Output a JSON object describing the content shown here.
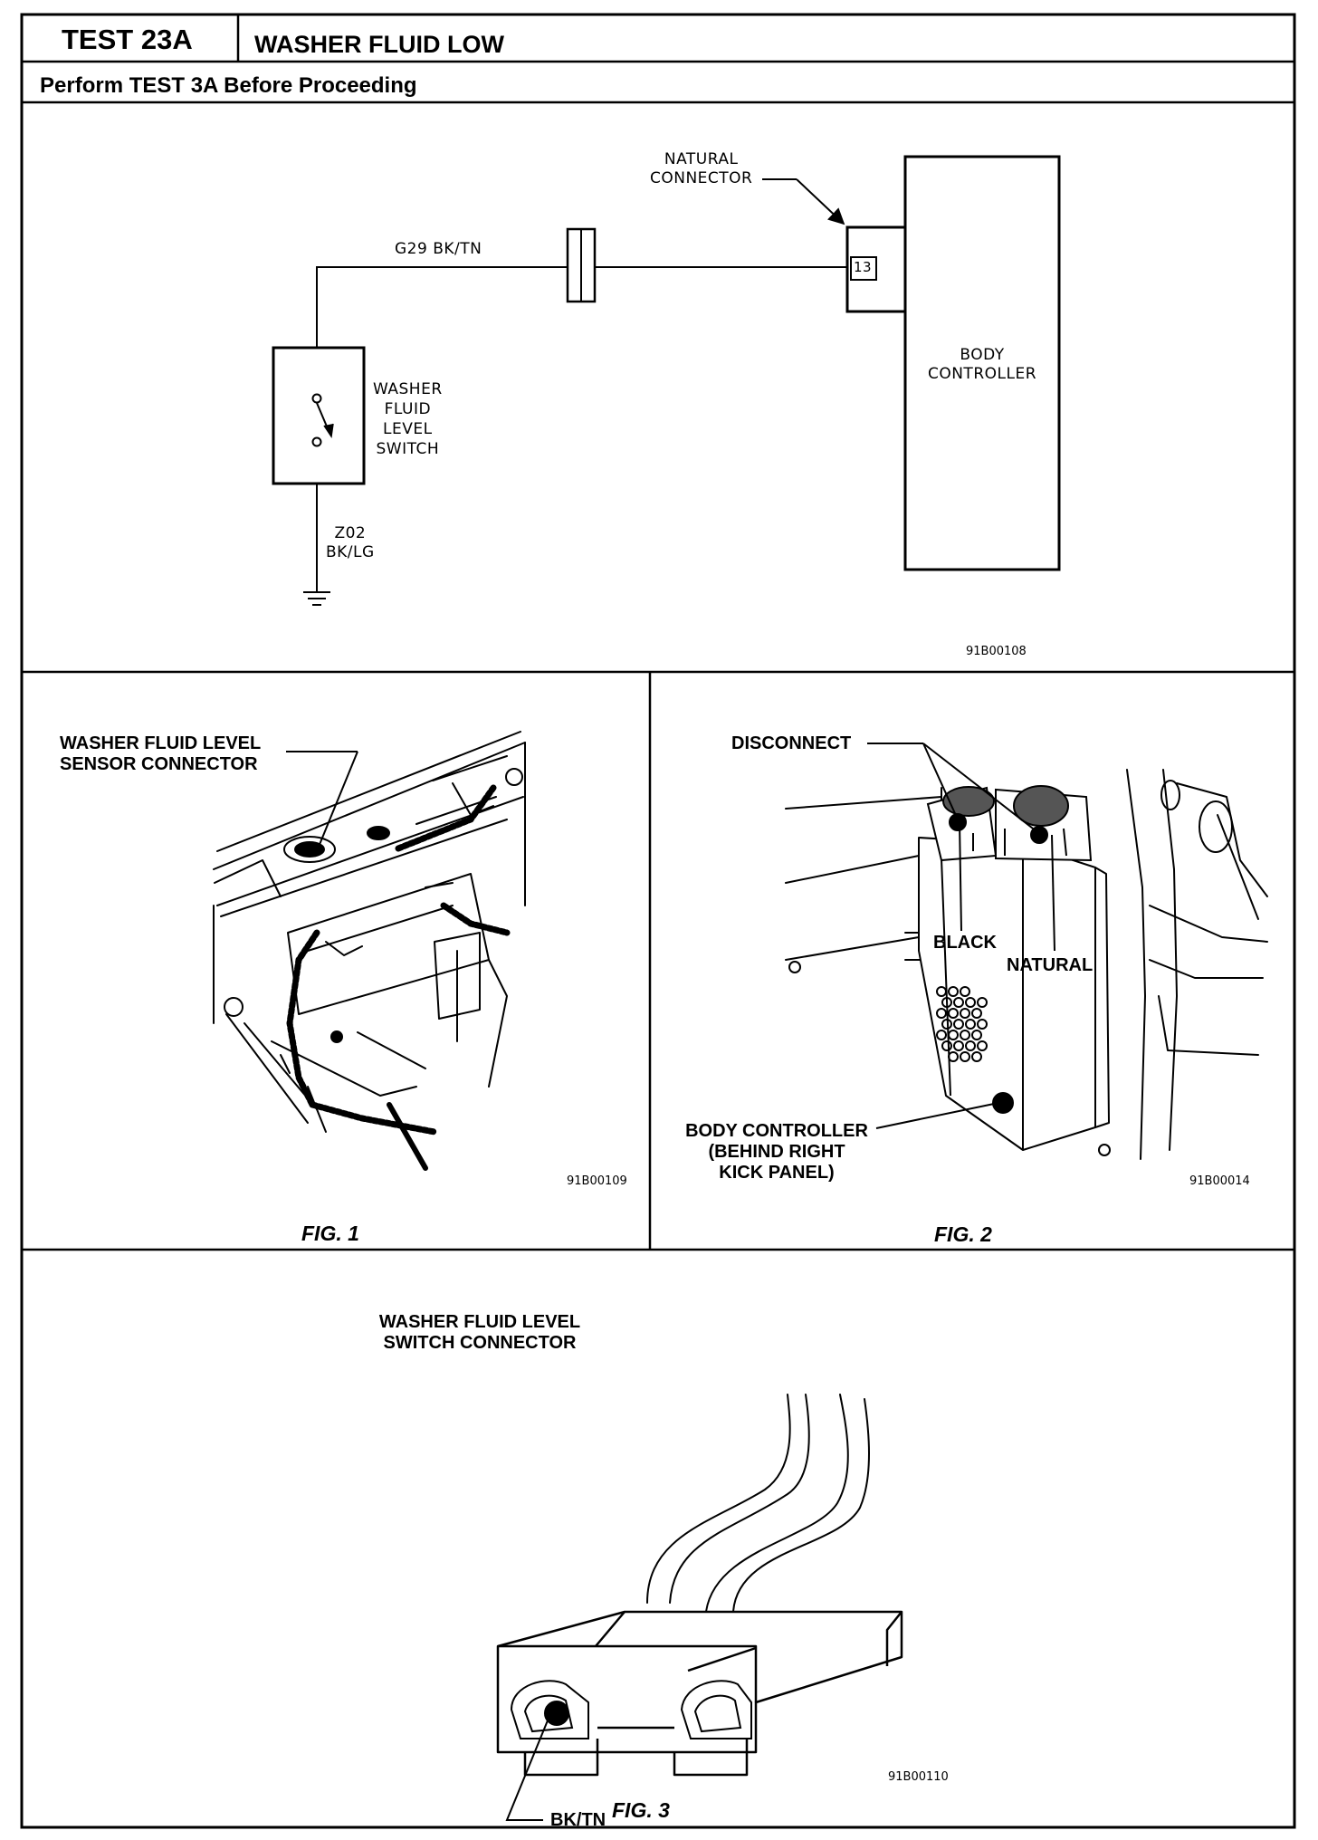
{
  "header": {
    "test_id": "TEST 23A",
    "test_title": "WASHER FLUID LOW",
    "prerequisite": "Perform TEST 3A Before Proceeding"
  },
  "schematic": {
    "wire_top": "G29 BK/TN",
    "connector_label": [
      "NATURAL",
      "CONNECTOR"
    ],
    "pin": "13",
    "controller_label": [
      "BODY",
      "CONTROLLER"
    ],
    "switch_label": [
      "WASHER",
      "FLUID",
      "LEVEL",
      "SWITCH"
    ],
    "ground_wire": [
      "Z02",
      "BK/LG"
    ],
    "code": "91B00108"
  },
  "fig1": {
    "callout": [
      "WASHER FLUID LEVEL",
      "SENSOR CONNECTOR"
    ],
    "code": "91B00109",
    "caption": "FIG. 1"
  },
  "fig2": {
    "disconnect": "DISCONNECT",
    "black": "BLACK",
    "natural": "NATURAL",
    "controller": [
      "BODY CONTROLLER",
      "(BEHIND RIGHT",
      "KICK PANEL)"
    ],
    "code": "91B00014",
    "caption": "FIG. 2"
  },
  "fig3": {
    "title": [
      "WASHER FLUID LEVEL",
      "SWITCH CONNECTOR"
    ],
    "wire": "BK/TN",
    "code": "91B00110",
    "caption": "FIG. 3"
  }
}
